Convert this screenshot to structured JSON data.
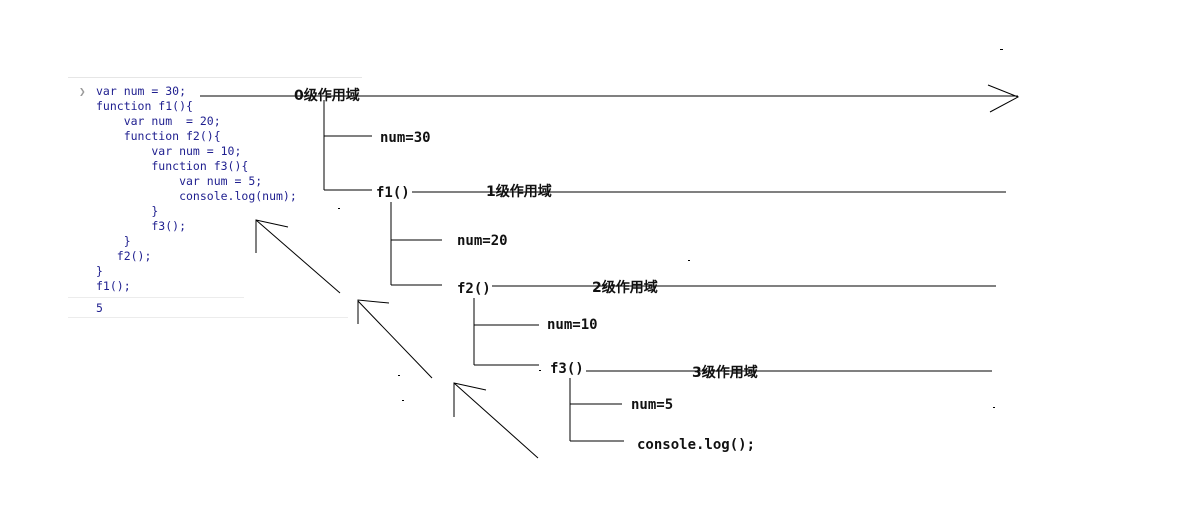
{
  "console": {
    "prompt_icon": "chevron-right-icon",
    "lines": [
      "var num = 30;",
      "function f1(){",
      "    var num  = 20;",
      "    function f2(){",
      "        var num = 10;",
      "        function f3(){",
      "            var num = 5;",
      "            console.log(num);",
      "        }",
      "        f3();",
      "    }",
      "   f2();",
      "}",
      "f1();"
    ],
    "result": "5"
  },
  "diagram": {
    "scopes": [
      {
        "level_label": "0级作用域",
        "var_label": "num=30"
      },
      {
        "func_label": "f1()",
        "level_label": "1级作用域",
        "var_label": "num=20"
      },
      {
        "func_label": "f2()",
        "level_label": "2级作用域",
        "var_label": "num=10"
      },
      {
        "func_label": "f3()",
        "level_label": "3级作用域",
        "var_label": "num=5"
      }
    ],
    "call_label": "console.log();"
  },
  "colors": {
    "code_text": "#1f1f8f",
    "line": "#000000"
  }
}
